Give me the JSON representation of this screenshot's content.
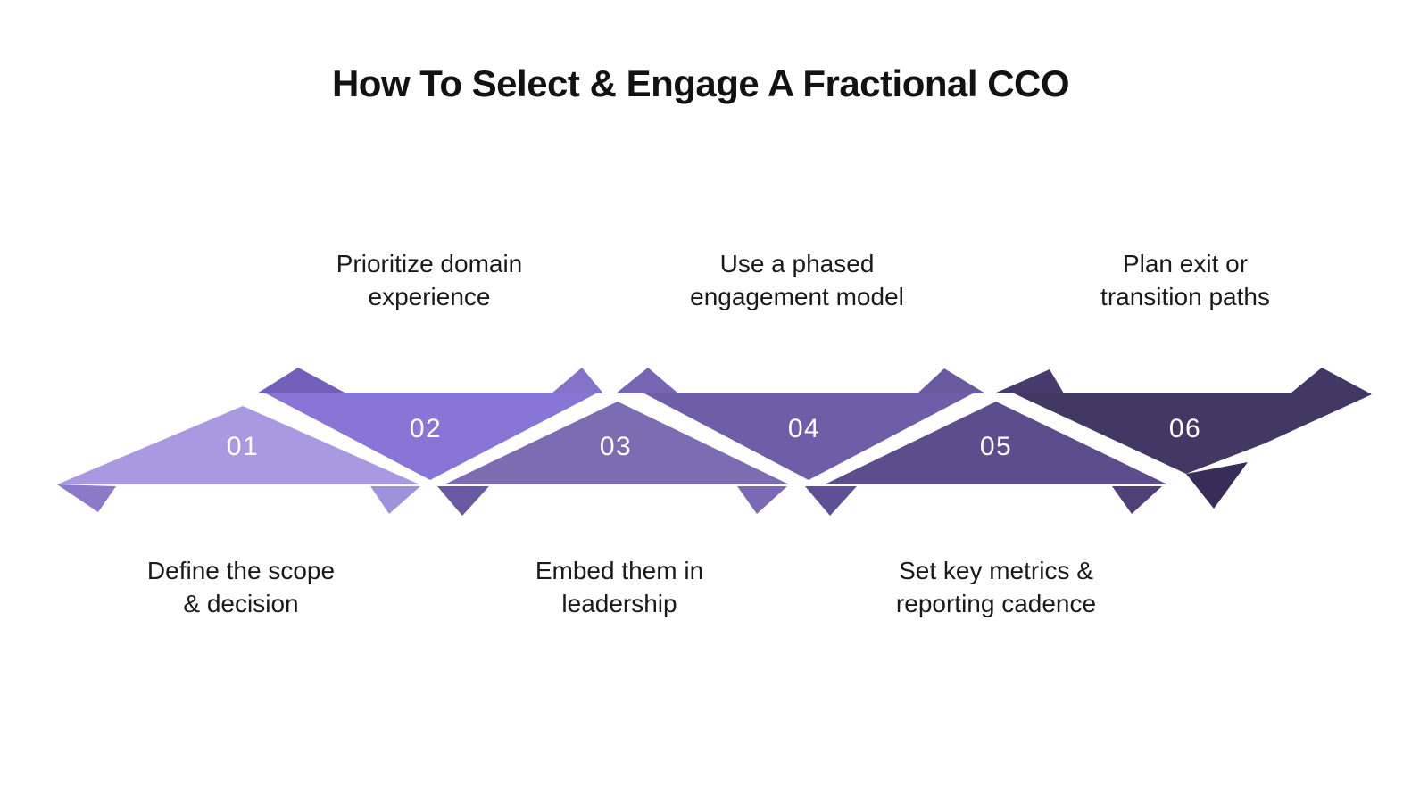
{
  "title": "How To Select & Engage A Fractional CCO",
  "diagram": {
    "background_color": "#ffffff",
    "number_text_color": "#ffffff",
    "label_text_color": "#1a1a1a",
    "steps": [
      {
        "number": "01",
        "position": "bottom",
        "color": "#a899e0",
        "label_lines": [
          "Define the scope",
          "& decision"
        ]
      },
      {
        "number": "02",
        "position": "top",
        "color": "#8876d6",
        "label_lines": [
          "Prioritize domain",
          "experience"
        ]
      },
      {
        "number": "03",
        "position": "bottom",
        "color": "#7c6cb2",
        "label_lines": [
          "Embed them in",
          "leadership"
        ]
      },
      {
        "number": "04",
        "position": "top",
        "color": "#6e5ea8",
        "label_lines": [
          "Use a phased",
          "engagement model"
        ]
      },
      {
        "number": "05",
        "position": "bottom",
        "color": "#5c4d8c",
        "label_lines": [
          "Set key metrics &",
          "reporting cadence"
        ]
      },
      {
        "number": "06",
        "position": "top",
        "color": "#423864",
        "label_lines": [
          "Plan exit or",
          "transition paths"
        ]
      }
    ],
    "fold_colors": {
      "start": "#8a7ac8",
      "t1": "#7060ba",
      "b1_left": "#9e92da",
      "b1_right": "#685aa0",
      "t2_left": "#8272c8",
      "t2_right": "#7565b2",
      "b2_left": "#7a6ab4",
      "b2_right": "#5e5094",
      "t3_left": "#675a9e",
      "t3_right": "#473a6c",
      "b3_left": "#4e4178",
      "b3_right": "#382c58"
    }
  }
}
